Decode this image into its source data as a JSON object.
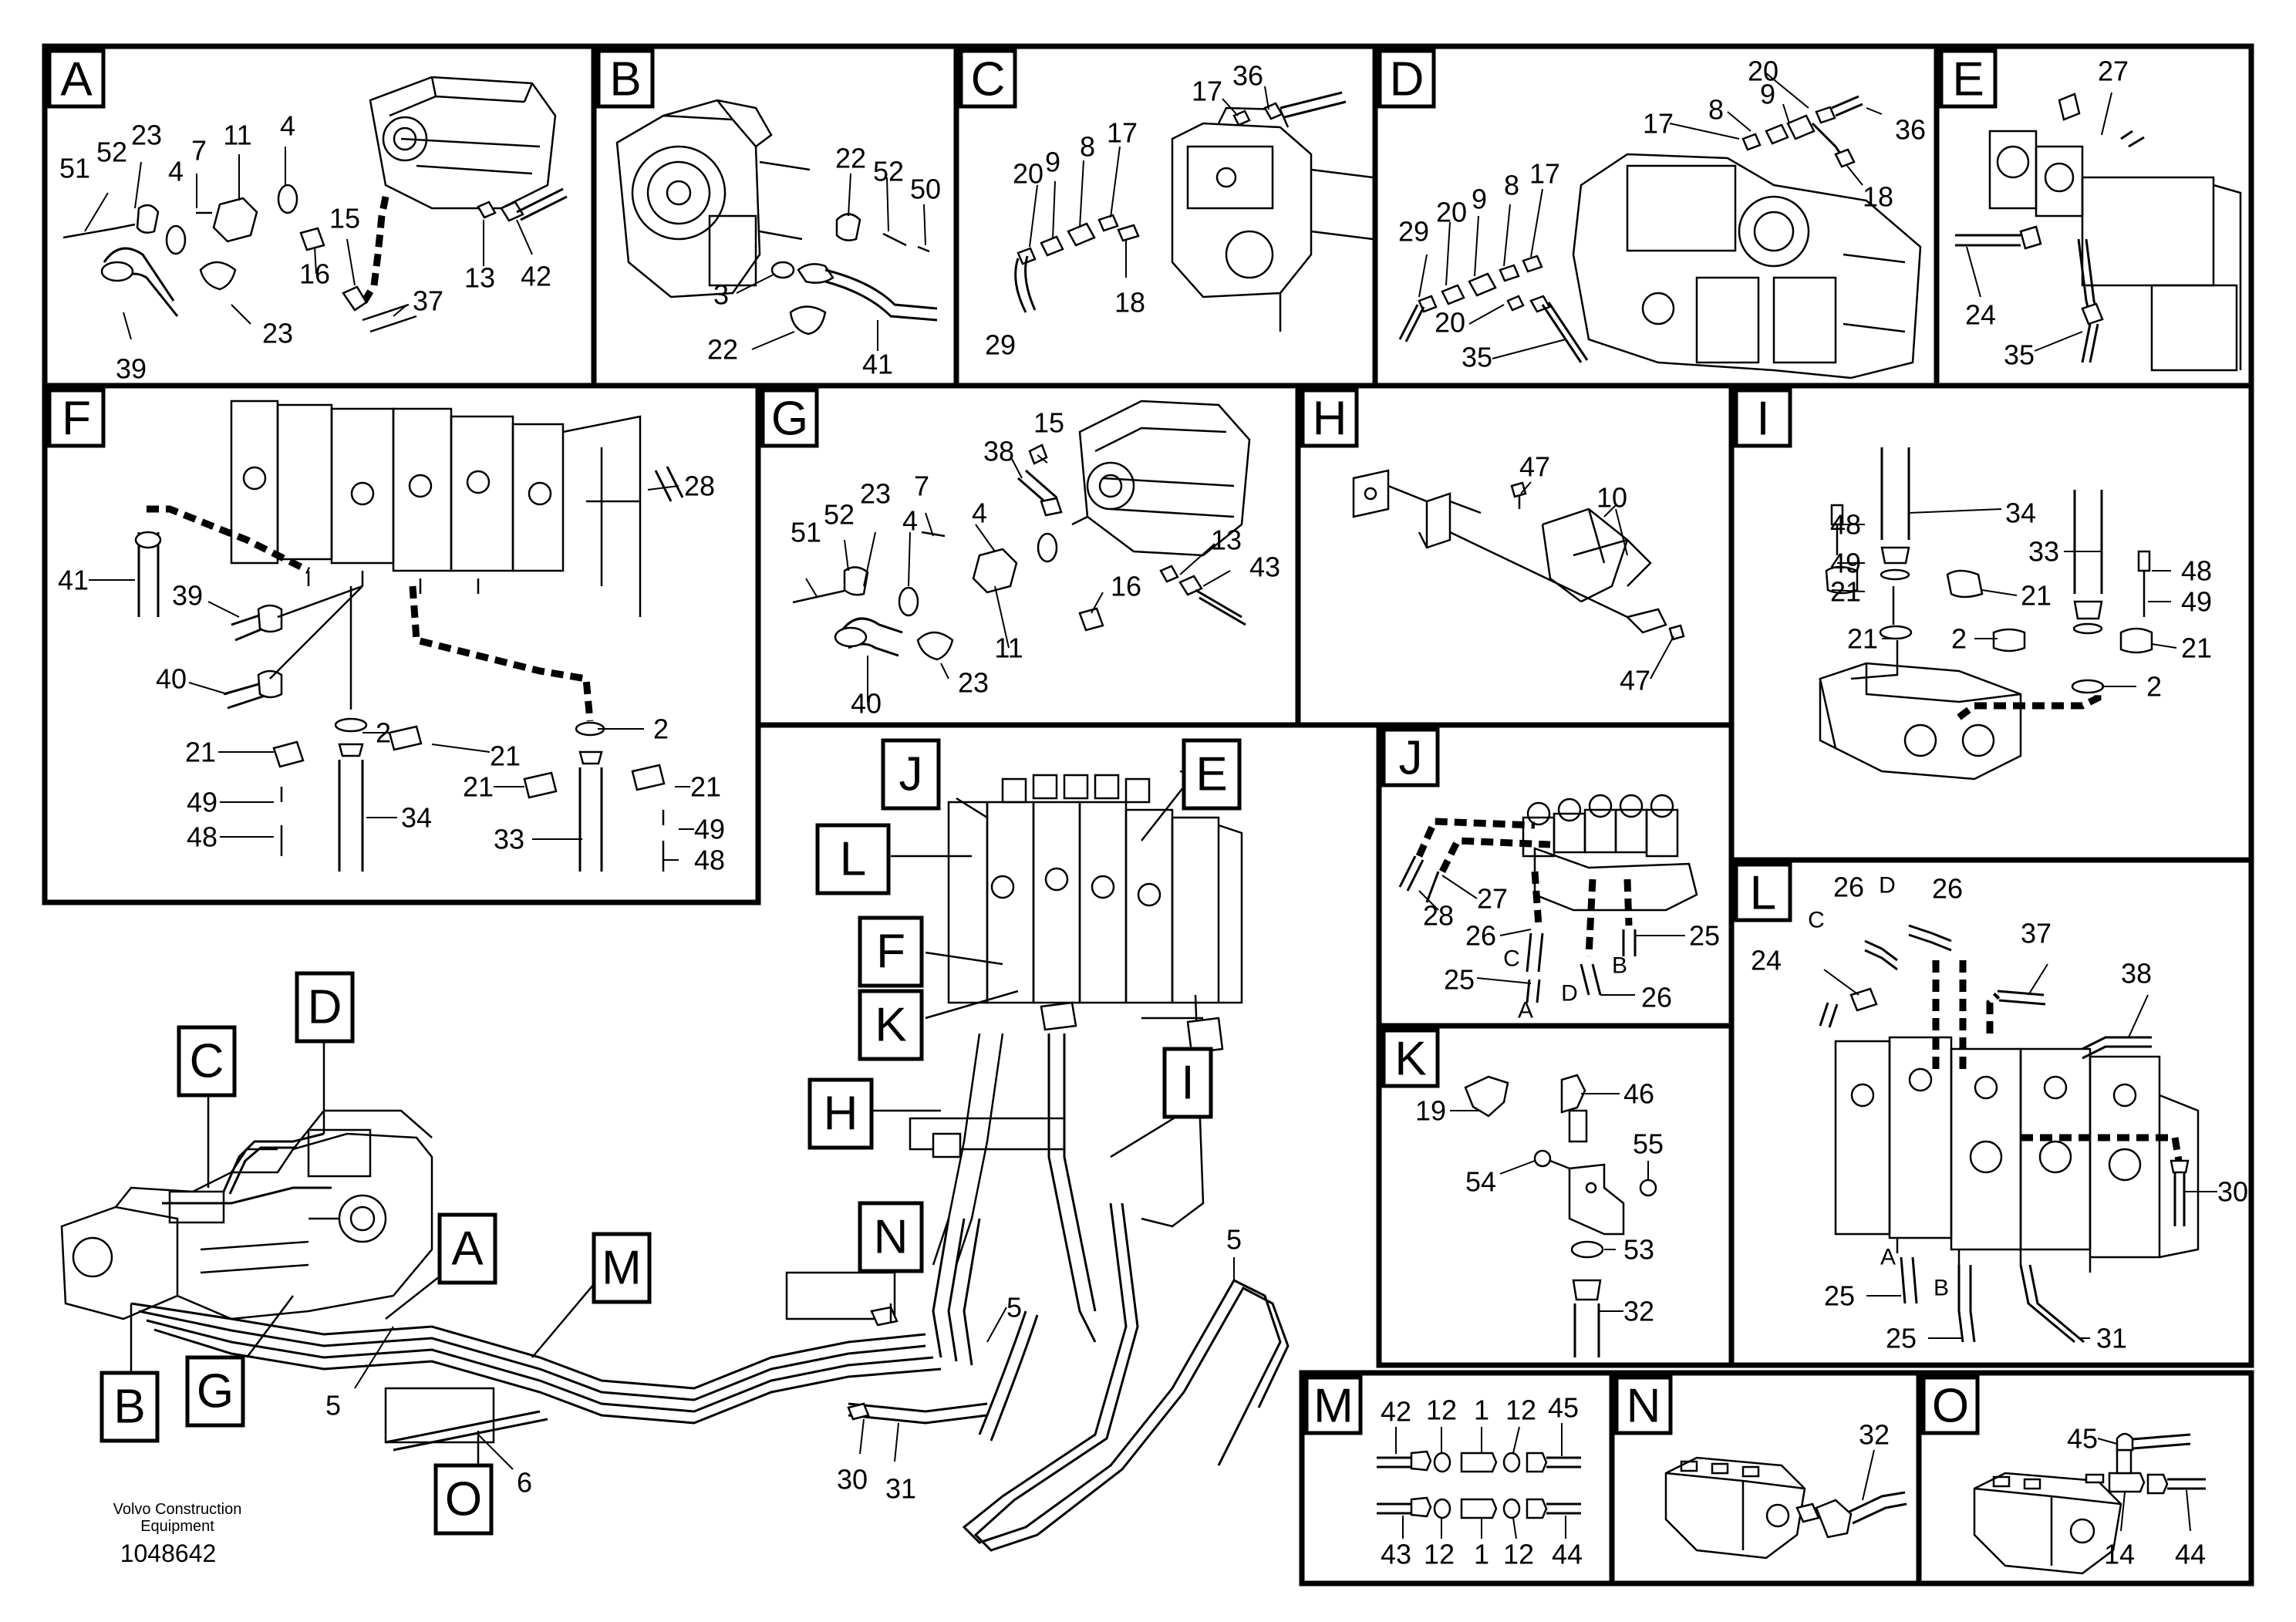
{
  "document": {
    "footer_brand": "Volvo Construction",
    "footer_sub": "Equipment",
    "drawing_number": "1048642"
  },
  "panels": [
    {
      "letter": "A",
      "callouts": [
        "51",
        "52",
        "23",
        "7",
        "11",
        "4",
        "4",
        "15",
        "13",
        "42",
        "16",
        "37",
        "23",
        "39"
      ]
    },
    {
      "letter": "B",
      "callouts": [
        "22",
        "52",
        "50",
        "3",
        "22",
        "41"
      ]
    },
    {
      "letter": "C",
      "callouts": [
        "17",
        "36",
        "20",
        "9",
        "8",
        "17",
        "18",
        "29"
      ]
    },
    {
      "letter": "D",
      "callouts": [
        "20",
        "9",
        "36",
        "17",
        "8",
        "18",
        "29",
        "20",
        "9",
        "8",
        "17",
        "20",
        "35"
      ]
    },
    {
      "letter": "E",
      "callouts": [
        "27",
        "24",
        "35"
      ]
    },
    {
      "letter": "F",
      "callouts": [
        "28",
        "41",
        "39",
        "40",
        "2",
        "2",
        "21",
        "21",
        "21",
        "21",
        "49",
        "49",
        "48",
        "34",
        "33",
        "48"
      ]
    },
    {
      "letter": "G",
      "callouts": [
        "15",
        "38",
        "7",
        "52",
        "23",
        "4",
        "4",
        "51",
        "13",
        "43",
        "16",
        "11",
        "40",
        "23"
      ]
    },
    {
      "letter": "H",
      "callouts": [
        "47",
        "10",
        "47"
      ]
    },
    {
      "letter": "I",
      "callouts": [
        "34",
        "48",
        "33",
        "49",
        "48",
        "21",
        "21",
        "49",
        "21",
        "2",
        "21",
        "2"
      ]
    },
    {
      "letter": "J",
      "callouts": [
        "28",
        "27",
        "26",
        "25",
        "25",
        "26",
        "C",
        "A",
        "D",
        "B"
      ]
    },
    {
      "letter": "K",
      "callouts": [
        "19",
        "46",
        "55",
        "54",
        "53",
        "32"
      ]
    },
    {
      "letter": "L",
      "callouts": [
        "26",
        "D",
        "26",
        "C",
        "24",
        "37",
        "38",
        "30",
        "A",
        "25",
        "B",
        "25",
        "31"
      ]
    },
    {
      "letter": "M",
      "callouts": [
        "42",
        "12",
        "1",
        "12",
        "45",
        "43",
        "12",
        "1",
        "12",
        "44"
      ]
    },
    {
      "letter": "N",
      "callouts": [
        "32"
      ]
    },
    {
      "letter": "O",
      "callouts": [
        "45",
        "14",
        "44"
      ]
    }
  ],
  "overview": {
    "callout_letters": [
      "D",
      "C",
      "B",
      "G",
      "A",
      "M",
      "O",
      "J",
      "E",
      "L",
      "F",
      "K",
      "H",
      "I",
      "N"
    ],
    "callout_numbers": [
      "5",
      "6",
      "5",
      "5",
      "30",
      "31"
    ]
  }
}
